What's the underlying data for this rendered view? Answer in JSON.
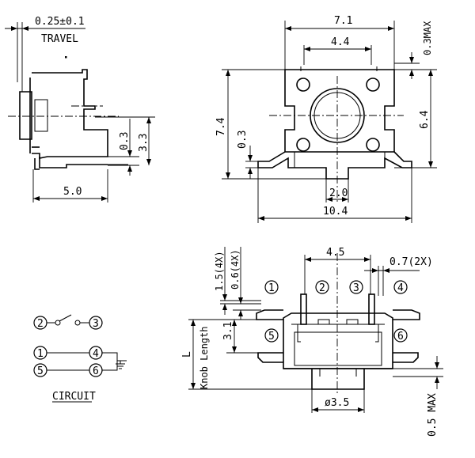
{
  "side_view": {
    "travel_value": "0.25±0.1",
    "travel_label": "TRAVEL",
    "dim_h1": "0.3",
    "dim_h2": "3.3",
    "dim_width": "5.0"
  },
  "top_view": {
    "dim_width_outer": "7.1",
    "dim_width_inner": "4.4",
    "dim_max": "0.3MAX",
    "dim_height": "7.4",
    "dim_pin": "0.3",
    "dim_right": "6.4",
    "dim_tab": "2.0",
    "dim_total": "10.4"
  },
  "front_view": {
    "dim_pitch": "4.5",
    "dim_pin_w": "0.7(2X)",
    "dim_a": "1.5(4X)",
    "dim_b": "0.6(4X)",
    "dim_c": "3.1",
    "label_l": "L",
    "label_knob": "Knob Length",
    "dim_knob": "ø3.5",
    "dim_bottom": "0.5 MAX",
    "pins": [
      "1",
      "2",
      "3",
      "4",
      "5",
      "6"
    ]
  },
  "circuit": {
    "title": "CIRCUIT",
    "switch_left": "2",
    "switch_right": "3",
    "row1_left": "1",
    "row1_right": "4",
    "row2_left": "5",
    "row2_right": "6"
  }
}
